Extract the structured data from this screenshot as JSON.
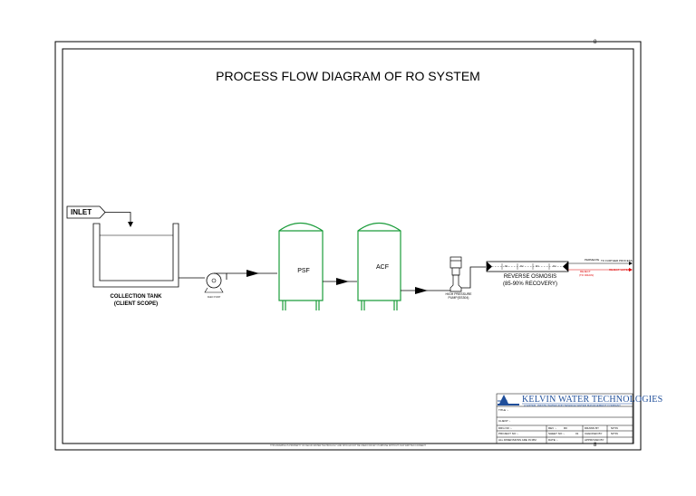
{
  "title": "PROCESS FLOW DIAGRAM OF RO SYSTEM",
  "sheet_number": "8",
  "inlet": "INLET",
  "collection_tank": {
    "line1": "COLLECTION TANK",
    "line2": "(CLIENT SCOPE)"
  },
  "pump_label": "FEED PUMP",
  "psf": "PSF",
  "acf": "ACF",
  "hp_pump": {
    "line1": "HIGH PRESSURE",
    "line2": "PUMP(SS304)"
  },
  "ro": {
    "line1": "REVERSE OSMOSIS",
    "line2": "(85-90% RECOVERY)",
    "membranes": [
      "M1",
      "M2",
      "M3",
      "M4"
    ],
    "permeate": "PERMEATE",
    "permeate_to": "TO FURTHER PROCESS",
    "reject": "REJECT",
    "reject_sub": "(TO DRAIN)",
    "reject_to": "REJECT WATER"
  },
  "title_block": {
    "company": "KELVIN WATER TECHNOLOGIES",
    "tagline": "A WATER, WASTE WATER AND SEWAGE WATER MANAGEMENT COMPANY",
    "logo": "KELVIN",
    "title": "TITLE :-",
    "client": "CLIENT :-",
    "drg_no": "DRG NO :-",
    "project_no": "PROJECT NO :-",
    "rev": "REV :-",
    "rev_value": "R0",
    "sheet_no": "SHEET NO :-",
    "sheet_of": "01",
    "date": "DATE :-",
    "drawn_by": "DRAWN BY",
    "drawn_value": "NITIN",
    "checked_by": "CHECKED BY",
    "checked_value": "NITIN",
    "approved_by": "APPROVED BY",
    "dim_note": "ALL DIMENSIONS ARE IN MM"
  },
  "footer_note": "THIS DRAWING IS PROPERTY OF KELVIN WATER TECHNOLOGY AND SHOULD NOT BE USED FOR ANY PURPOSE WITHOUT OUR WRITTEN CONSENT",
  "colors": {
    "equipment": "#1a9c3a",
    "reject": "#e00000",
    "brand": "#1f4e9a",
    "line": "#000000"
  }
}
